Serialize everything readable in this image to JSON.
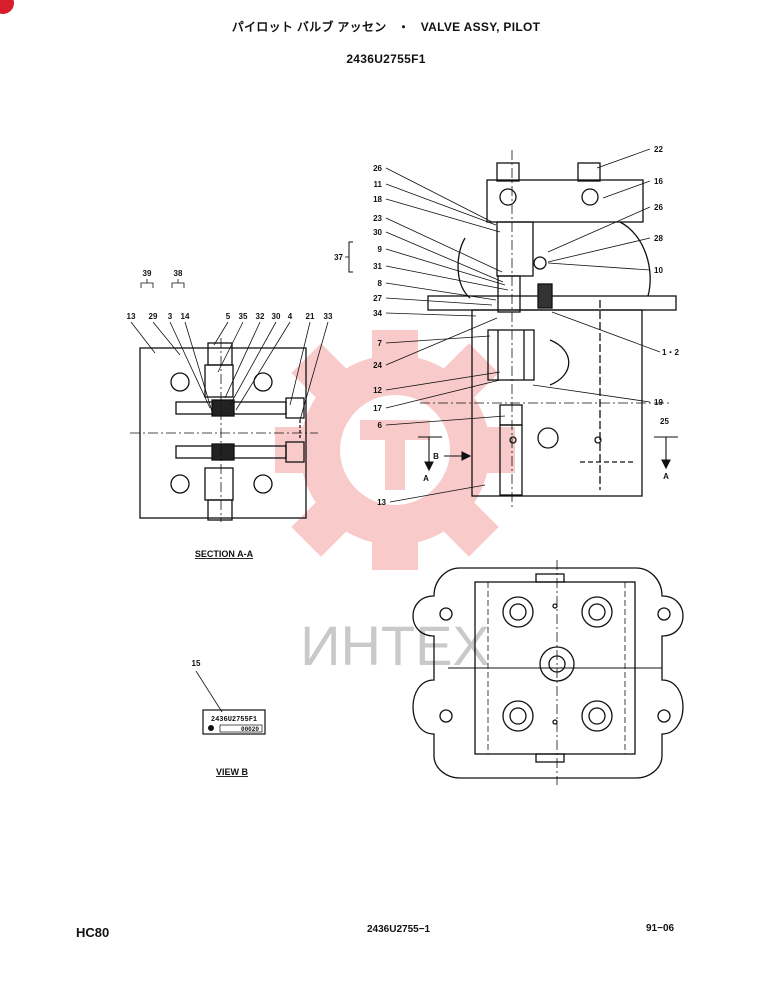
{
  "header": {
    "title_jp": "パイロット バルブ アッセン",
    "separator": "・",
    "title_en": "VALVE ASSY, PILOT",
    "part_number": "2436U2755F1"
  },
  "captions": {
    "section": "SECTION A-A",
    "view": "VIEW B"
  },
  "watermark": {
    "text": "ИНТЕХ",
    "color": "#f08080"
  },
  "plate": {
    "line1": "2436U2755F1",
    "line2": "00020"
  },
  "callouts": {
    "c26a": "26",
    "c11": "11",
    "c18a": "18",
    "c23": "23",
    "c37": "37",
    "c30a": "30",
    "c9": "9",
    "c31": "31",
    "c8": "8",
    "c27": "27",
    "c34": "34",
    "c7": "7",
    "c24": "24",
    "c12": "12",
    "c17": "17",
    "c6": "6",
    "c13a": "13",
    "c22": "22",
    "c16": "16",
    "c26b": "26",
    "c28": "28",
    "c10": "10",
    "c12b": "1・2",
    "c19": "19",
    "c25": "25",
    "cA1": "A",
    "cA2": "A",
    "cB": "B",
    "c39": "39",
    "c38": "38",
    "c13b": "13",
    "c29": "29",
    "c3": "3",
    "c14": "14",
    "c5": "5",
    "c35": "35",
    "c32": "32",
    "c30b": "30",
    "c4": "4",
    "c21": "21",
    "c33": "33",
    "c15": "15"
  },
  "footer": {
    "model": "HC80",
    "drawing_ref": "2436U2755−1",
    "date_code": "91−06"
  }
}
